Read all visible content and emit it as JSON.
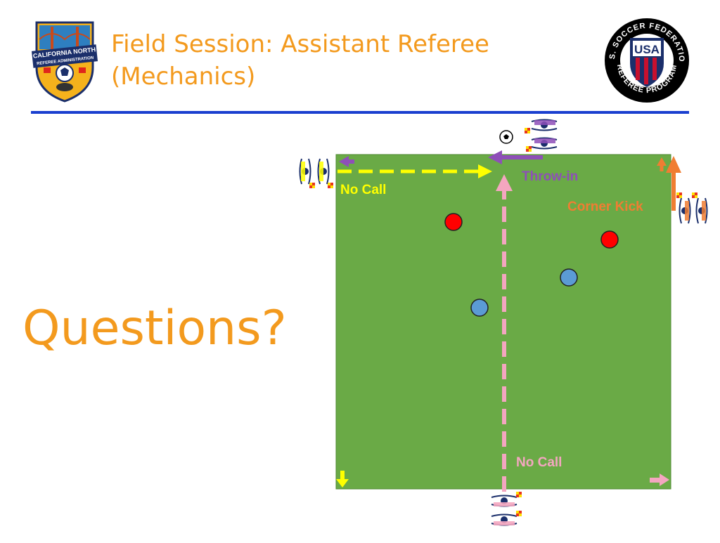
{
  "slide": {
    "title_line1": "Field Session: Assistant Referee",
    "title_line2": "(Mechanics)",
    "questions": "Questions?"
  },
  "left_logo": {
    "line1": "CALIFORNIA NORTH",
    "line2": "REFEREE ADMINISTRATION"
  },
  "right_logo": {
    "ring_top": "U.S. SOCCER FEDERATION",
    "ring_bottom": "REFEREE PROGRAM",
    "shield": "USA"
  },
  "diagram": {
    "labels": {
      "no_call_top": "No Call",
      "throw_in": "Throw-in",
      "corner_kick": "Corner Kick",
      "no_call_bottom": "No Call"
    },
    "colors": {
      "field": "#6aaa46",
      "red_team": "#ff0000",
      "blue_team": "#5b9bd5",
      "yellow_path": "#ffff00",
      "pink_path": "#f4a6c0",
      "purple_arrow": "#8e4fb8",
      "orange_arrow": "#f07d32"
    }
  }
}
